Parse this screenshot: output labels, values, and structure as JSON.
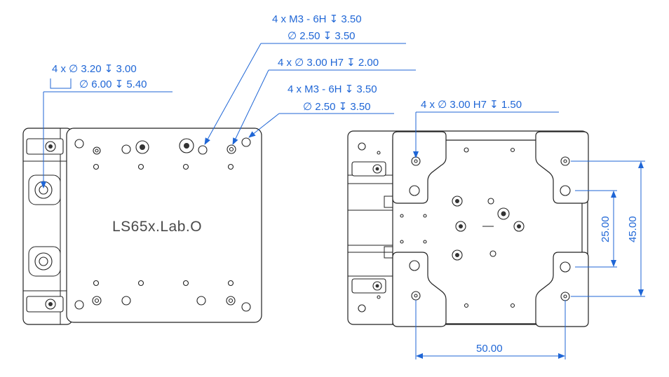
{
  "left_view": {
    "engraving": "LS65x.Lab.O",
    "callout_a": {
      "line1": "4 x ∅ 3.20 ↧ 3.00",
      "line2": "∅ 6.00 ↧ 5.40"
    },
    "callout_b": {
      "line1": "4 x  M3 - 6H ↧ 3.50",
      "line2": "∅ 2.50 ↧ 3.50"
    },
    "callout_c": {
      "line1": "4 x ∅ 3.00 H7 ↧ 2.00"
    },
    "callout_d": {
      "line1": "4 x  M3 - 6H ↧ 3.50",
      "line2": "∅ 2.50 ↧ 3.50"
    }
  },
  "right_view": {
    "callout_e": {
      "line1": "4 x ∅ 3.00 H7 ↧ 1.50"
    },
    "dims": {
      "width": "50.00",
      "height_inner": "25.00",
      "height_outer": "45.00"
    }
  },
  "colors": {
    "dimension": "#1f66d6",
    "outline": "#222222"
  }
}
